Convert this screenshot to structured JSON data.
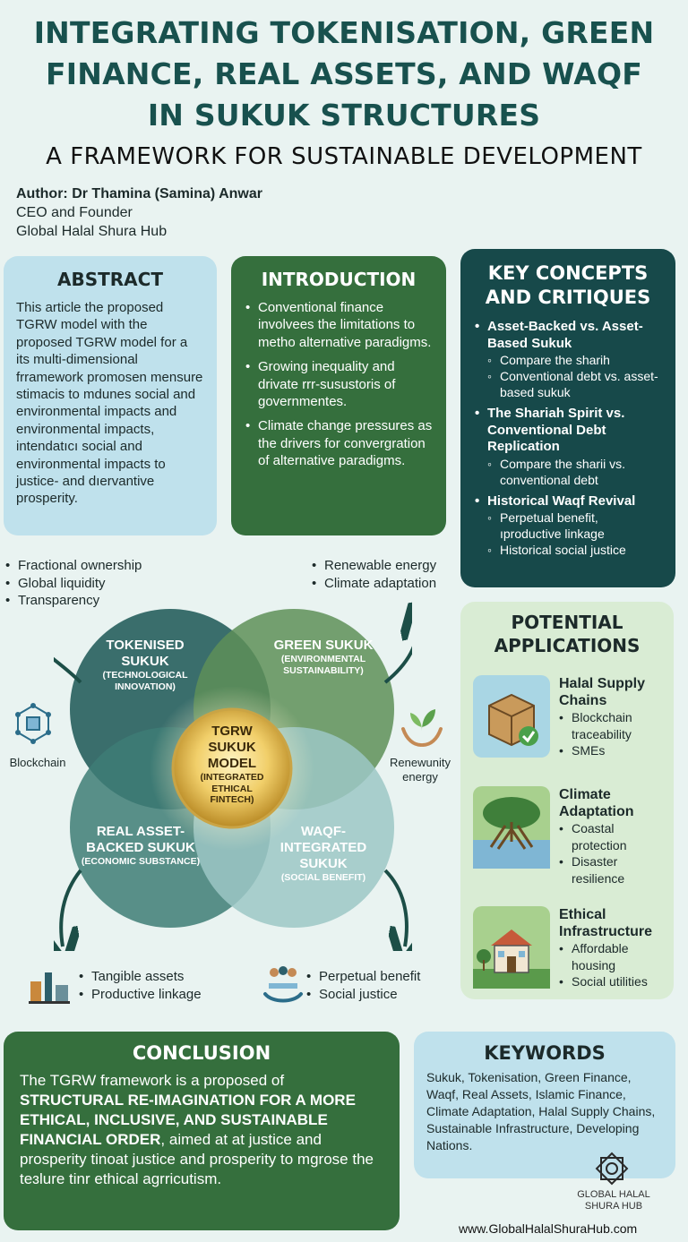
{
  "header": {
    "title_line1": "INTEGRATING TOKENISATION, GREEN",
    "title_line2": "FINANCE, REAL ASSETS, AND WAQF",
    "title_line3": "IN SUKUK STRUCTURES",
    "subtitle": "A FRAMEWORK FOR SUSTAINABLE DEVELOPMENT",
    "author": "Author: Dr Thamina (Samina) Anwar",
    "role": "CEO and Founder",
    "org": "Global Halal Shura Hub"
  },
  "abstract": {
    "heading": "ABSTRACT",
    "text": "This article the proposed TGRW model with the proposed TGRW model for a its multi-dimensional frramework promosen mensure stimacis to mdunes social and environmental impacts and environmental impacts, intendatıcı social and environmental impacts to justice- and dıervantive prosperity."
  },
  "introduction": {
    "heading": "INTRODUCTION",
    "items": [
      "Conventional finance involvees the limitations to metho alternative paradigms.",
      "Growing inequality and drivate rrr-susustoris of governmentes.",
      "Climate change pressures as the drivers for convergration of alternative paradigms."
    ]
  },
  "key_concepts": {
    "heading_line1": "KEY CONCEPTS",
    "heading_line2": "AND CRITIQUES",
    "c1_title": "Asset-Backed vs. Asset-Based Sukuk",
    "c1_sub1": "Compare the sharih",
    "c1_sub2": "Conventional debt vs. asset-based sukuk",
    "c2_title": "The Shariah Spirit vs. Conventional Debt Replication",
    "c2_sub1": "Compare the sharii vs. conventional debt",
    "c3_title": "Historical Waqf Revival",
    "c3_sub1": "Perpetual benefit, ıproductive linkage",
    "c3_sub2": "Historical social justice"
  },
  "venn": {
    "tl_bullets": [
      "Fractional ownership",
      "Global liquidity",
      "Transparency"
    ],
    "tr_bullets": [
      "Renewable energy",
      "Climate adaptation"
    ],
    "bl_bullets": [
      "Tangible assets",
      "Productive linkage"
    ],
    "br_bullets": [
      "Perpetual benefit",
      "Social justice"
    ],
    "blockchain_label": "Blockchain",
    "energy_label_1": "Renewunity",
    "energy_label_2": "energy",
    "tokenised_title": "TOKENISED SUKUK",
    "tokenised_sub": "(TECHNOLOGICAL INNOVATION)",
    "green_title": "GREEN SUKUK",
    "green_sub": "(ENVIRONMENTAL SUSTAINABILITY)",
    "real_title": "REAL ASSET-BACKED SUKUK",
    "real_sub": "(ECONOMIC SUBSTANCE)",
    "waqf_title": "WAQF-INTEGRATED SUKUK",
    "waqf_sub": "(SOCIAL BENEFIT)",
    "center_title": "TGRW SUKUK MODEL",
    "center_sub": "(INTEGRATED ETHICAL FINTECH)"
  },
  "applications": {
    "heading_line1": "POTENTIAL",
    "heading_line2": "APPLICATIONS",
    "a1_title": "Halal Supply Chains",
    "a1_items": [
      "Blockchain traceability",
      "SMEs"
    ],
    "a2_title": "Climate Adaptation",
    "a2_items": [
      "Coastal protection",
      "Disaster resilience"
    ],
    "a3_title": "Ethical Infrastructure",
    "a3_items": [
      "Affordable housing",
      "Social utilities"
    ]
  },
  "conclusion": {
    "heading": "CONCLUSION",
    "text_a": "The TGRW framework is a proposed of ",
    "text_bold": "STRUCTURAL RE-IMAGINATION FOR A MORE ETHICAL, INCLUSIVE, AND SUSTAINABLE FINANCIAL ORDER",
    "text_b": ", aimed at at justice and prosperity tinoat justice and prosperity to mgrose the teɜlure tinr ethical agrricutism."
  },
  "keywords": {
    "heading": "KEYWORDS",
    "text": "Sukuk, Tokenisation, Green Finance, Waqf, Real Assets, Islamic Finance, Climate Adaptation, Halal Supply Chains, Sustainable Infrastructure, Developing Nations."
  },
  "footer": {
    "logo_line1": "GLOBAL HALAL",
    "logo_line2": "SHURA HUB",
    "url": "www.GlobalHalalShuraHub.com"
  }
}
